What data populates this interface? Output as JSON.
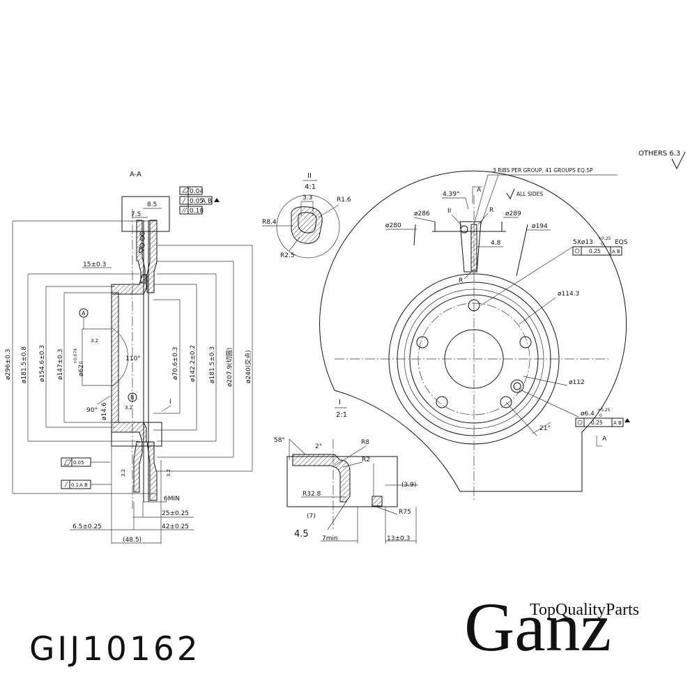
{
  "drawing": {
    "section_label": "A-A",
    "detail_ii_label": "II",
    "detail_ii_scale": "4:1",
    "detail_i_label": "I",
    "detail_i_scale": "2:1",
    "surface_note": "OTHERS 6.3",
    "ribs_note": "3 RIBS PER GROUP,  41 GROUPS EQ.SP",
    "all_sides": "ALL SIDES",
    "tolerances": {
      "flatness": "0.04",
      "runout_ab": "0.05",
      "datum_ab": "A B",
      "parallelism": "0.18",
      "flatness_hub": "0.05",
      "runout_a_b_2": "0.1",
      "datum_ab_2": "A B",
      "position_bolt": "0.25",
      "datum_ab_3": "A B",
      "position_hole": "0.25",
      "datum_ab_4": "A B"
    },
    "section_dims": {
      "d296": "ø296±0.3",
      "d181_5_left": "ø181.5±0.8",
      "d154_6": "ø154.6±0.3",
      "d147": "ø147±0.3",
      "d62": "ø62",
      "d62_tol": "+0.074",
      "d62_tol_low": "0",
      "d70_6": "ø70.6±0.3",
      "d142_2": "ø142.2±0.2",
      "d181_5_right": "ø181.5±0.3",
      "d207_9": "ø207.9(切圆)",
      "d240": "ø240(交点)",
      "w8_5": "8.5",
      "w7_5": "7.5",
      "w15": "15±0.3",
      "angle110": "110°",
      "angle90": "90°",
      "d14_6": "ø14.6",
      "rough32_a": "3.2",
      "rough32_b": "3.2",
      "rough32_c": "3.2",
      "rough32_d": "3.2",
      "six_min": "6MIN",
      "w25": "25±0.25",
      "w42": "42±0.25",
      "w6_5": "6.5±0.25",
      "w48_5": "(48.5)",
      "datum_a": "A",
      "datum_b": "B",
      "detail_marker": "I"
    },
    "detail_ii_dims": {
      "r1_6": "R1.6",
      "w3_3": "3.3",
      "r8_4": "R8.4",
      "r2_5": "R2.5"
    },
    "detail_i_dims": {
      "angle58": "58°",
      "angle2": "2°",
      "r8": "R8",
      "r2": "R2",
      "r32_8": "R32.8",
      "w3_9": "(3.9)",
      "w7": "(7)",
      "r75": "R75",
      "w4_5": "4.5",
      "w7min": "7min",
      "w13": "13±0.3"
    },
    "front_dims": {
      "angle4_39": "4.39°",
      "view_a": "A",
      "view_a_bottom": "A",
      "mark_ii": "II",
      "mark_r_top": "R",
      "mark_r_bottom": "R",
      "d286": "ø286",
      "d289": "ø289",
      "d280": "ø280",
      "d194": "ø194",
      "w4_8": "4.8",
      "bolt_holes": "5Xø13",
      "bolt_tol": "+0.25",
      "bolt_tol_low": "0",
      "eqs": "EQS",
      "d114_3": "ø114.3",
      "d112": "ø112",
      "small_hole": "ø6.4",
      "small_tol": "+0.25",
      "small_tol_low": "0",
      "angle21": "21°"
    }
  },
  "part_number": "GIJ10162",
  "brand": {
    "name": "Ganz",
    "tagline": "TopQualityParts"
  }
}
